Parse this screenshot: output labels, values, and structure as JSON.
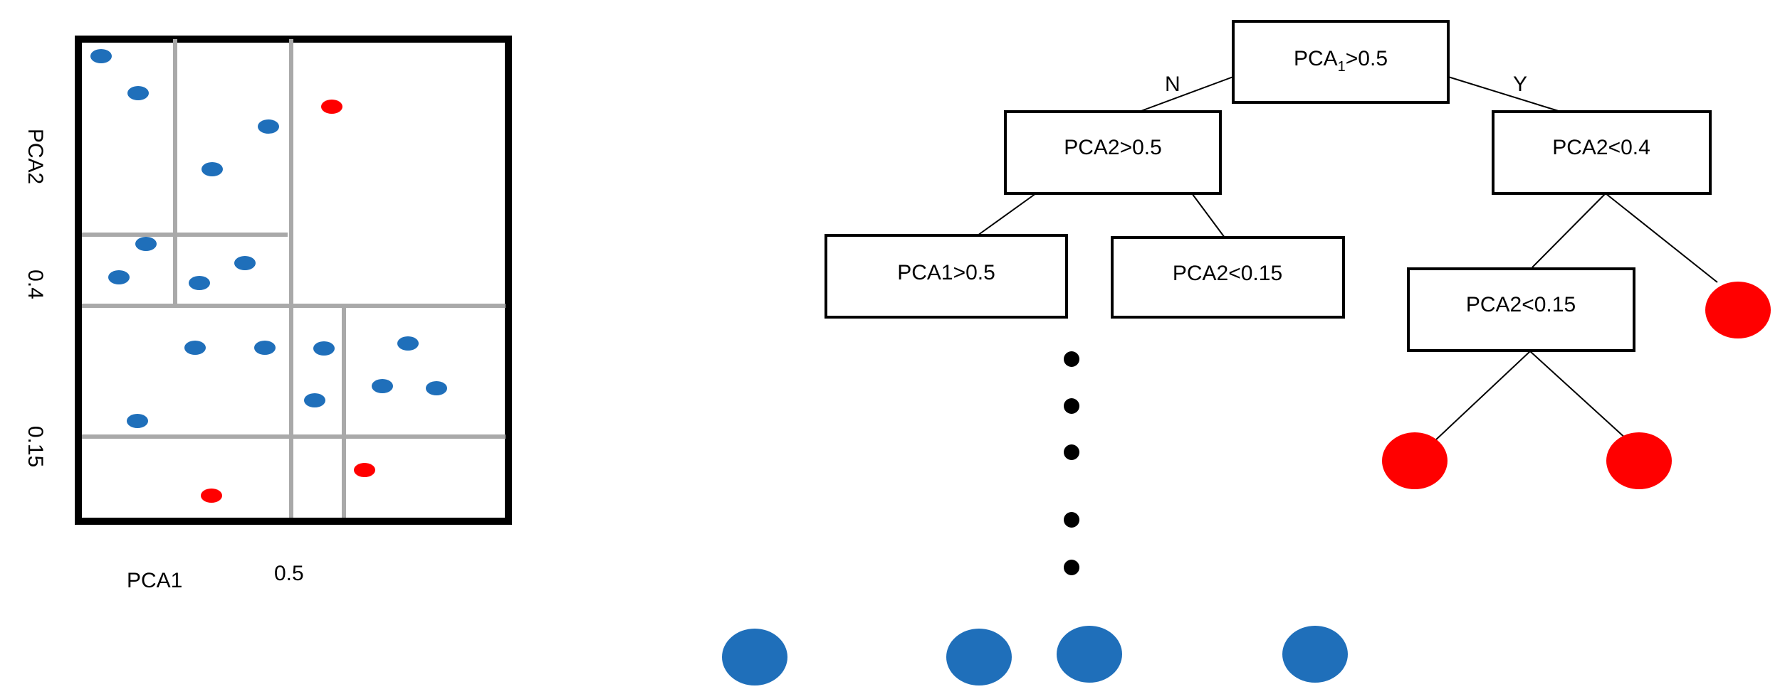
{
  "scatter_panel": {
    "ylabel": "PCA2",
    "xlabel": "PCA1",
    "tick_y_high": "0.4",
    "tick_y_low": "0.15",
    "tick_x": "0.5"
  },
  "tree": {
    "root_label_main": "PCA",
    "root_label_sub": "1",
    "root_label_rest": ">0.5",
    "edge_no": "N",
    "edge_yes": "Y",
    "node_left": "PCA2>0.5",
    "node_right": "PCA2<0.4",
    "node_left_left": "PCA1>0.5",
    "node_left_right": "PCA2<0.15",
    "node_right_left": "PCA2<0.15"
  },
  "colors": {
    "class_blue": "#1f6fba",
    "class_red": "#ff0000",
    "split_line": "#a9a9a9",
    "frame": "#000000"
  }
}
